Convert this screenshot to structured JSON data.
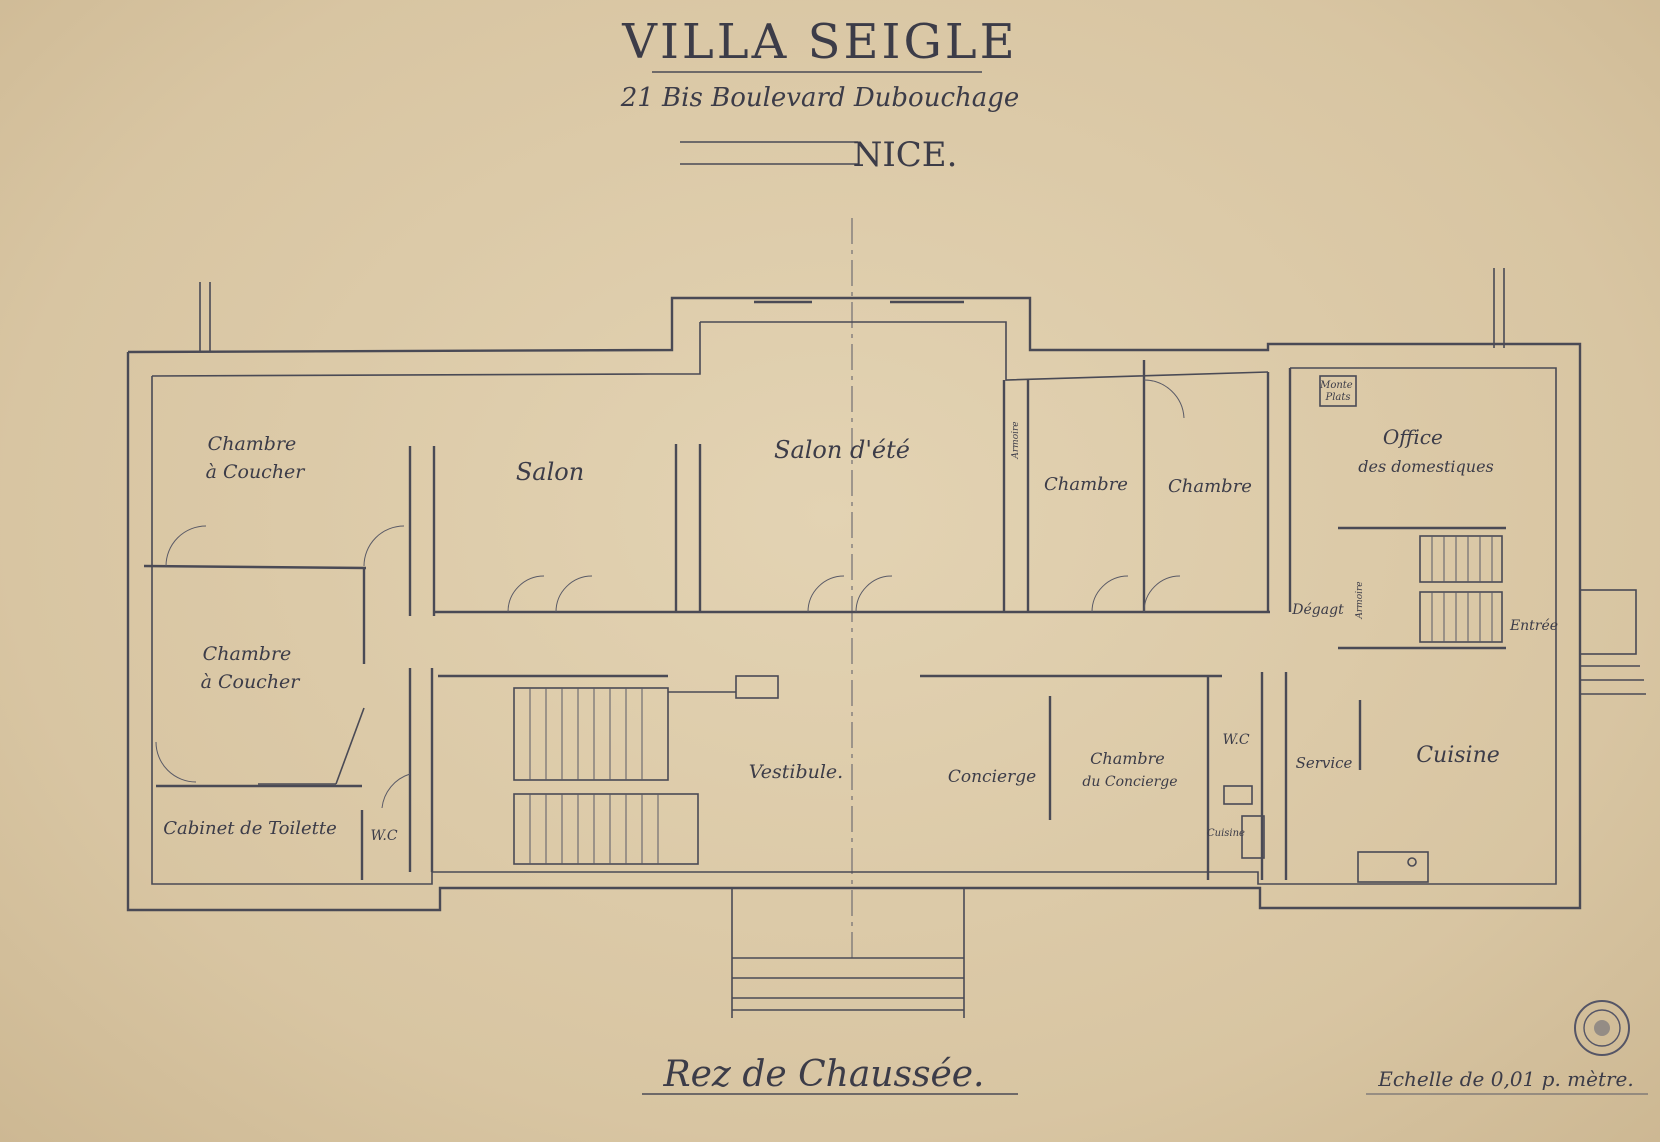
{
  "header": {
    "title": "VILLA SEIGLE",
    "address": "21 Bis Boulevard Dubouchage",
    "city": "NICE."
  },
  "rooms": {
    "chambre_a_coucher_1": [
      "Chambre",
      "à Coucher"
    ],
    "chambre_a_coucher_2": [
      "Chambre",
      "à Coucher"
    ],
    "cabinet_toilette": "Cabinet de Toilette",
    "wc_left": "W.C",
    "salon": "Salon",
    "salon_ete": "Salon d'été",
    "armoire_1": "Armoire",
    "chambre_1": "Chambre",
    "chambre_2": "Chambre",
    "monte_plats": [
      "Monte",
      "Plats"
    ],
    "office": [
      "Office",
      "des domestiques"
    ],
    "degagement": "Dégagt",
    "armoire_2": "Armoire",
    "entree": "Entrée",
    "vestibule": "Vestibule.",
    "concierge": "Concierge",
    "chambre_concierge": [
      "Chambre",
      "du Concierge"
    ],
    "wc_right": "W.C",
    "cuisine_small": "Cuisine",
    "service": "Service",
    "cuisine": "Cuisine"
  },
  "footer": {
    "level": "Rez de Chaussée.",
    "scale": "Echelle de 0,01 p. mètre."
  },
  "colors": {
    "paper": "#d9c6a4",
    "ink": "#4a4a55"
  }
}
